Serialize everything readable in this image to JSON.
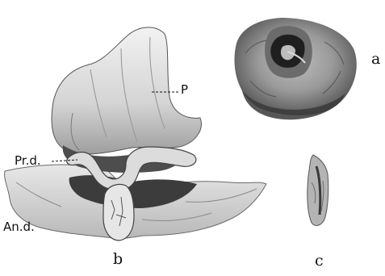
{
  "plate": {
    "figure_a": {
      "letter": "a"
    },
    "figure_b": {
      "letter": "b",
      "labels": {
        "p": "P",
        "prd": "Pr.d.",
        "and": "An.d."
      }
    },
    "figure_c": {
      "letter": "c"
    }
  }
}
